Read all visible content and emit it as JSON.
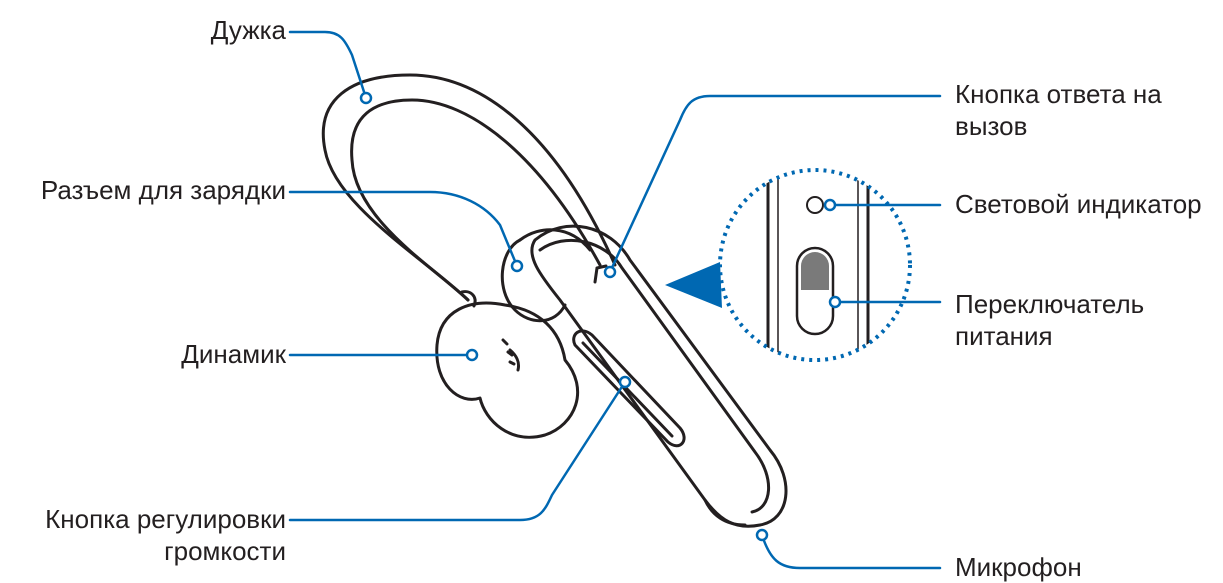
{
  "labels": {
    "headband": "Дужка",
    "charging_port": "Разъем для зарядки",
    "speaker": "Динамик",
    "volume_button_line1": "Кнопка регулировки",
    "volume_button_line2": "громкости",
    "answer_button_line1": "Кнопка ответа на",
    "answer_button_line2": "вызов",
    "indicator_light": "Световой индикатор",
    "power_switch_line1": "Переключатель",
    "power_switch_line2": "питания",
    "microphone": "Микрофон"
  },
  "colors": {
    "callout": "#0068b2",
    "outline": "#231f20",
    "text": "#231f20"
  }
}
